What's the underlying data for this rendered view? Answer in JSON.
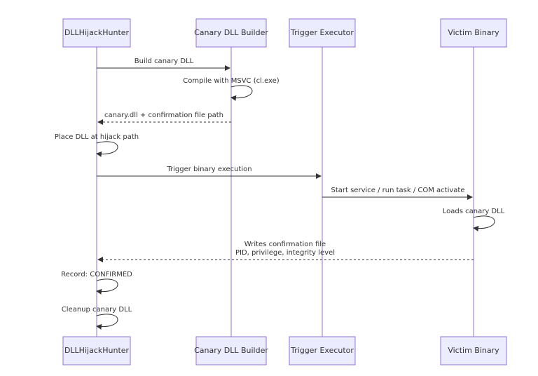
{
  "actors": [
    {
      "id": "hunter",
      "label": "DLLHijackHunter"
    },
    {
      "id": "builder",
      "label": "Canary DLL Builder"
    },
    {
      "id": "trigger",
      "label": "Trigger Executor"
    },
    {
      "id": "victim",
      "label": "Victim Binary"
    }
  ],
  "messages": [
    {
      "from": "hunter",
      "to": "builder",
      "style": "solid",
      "lines": [
        "Build canary DLL"
      ]
    },
    {
      "from": "builder",
      "to": "builder",
      "style": "solid",
      "lines": [
        "Compile with MSVC (cl.exe)"
      ]
    },
    {
      "from": "builder",
      "to": "hunter",
      "style": "dashed",
      "lines": [
        "canary.dll + confirmation file path"
      ]
    },
    {
      "from": "hunter",
      "to": "hunter",
      "style": "solid",
      "lines": [
        "Place DLL at hijack path"
      ]
    },
    {
      "from": "hunter",
      "to": "trigger",
      "style": "solid",
      "lines": [
        "Trigger binary execution"
      ]
    },
    {
      "from": "trigger",
      "to": "victim",
      "style": "solid",
      "lines": [
        "Start service / run task / COM activate"
      ]
    },
    {
      "from": "victim",
      "to": "victim",
      "style": "solid",
      "lines": [
        "Loads canary DLL"
      ]
    },
    {
      "from": "victim",
      "to": "hunter",
      "style": "dashed",
      "lines": [
        "Writes confirmation file",
        "PID, privilege, integrity level"
      ]
    },
    {
      "from": "hunter",
      "to": "hunter",
      "style": "solid",
      "lines": [
        "Record: CONFIRMED"
      ]
    },
    {
      "from": "hunter",
      "to": "hunter",
      "style": "solid",
      "lines": [
        "Cleanup canary DLL"
      ]
    }
  ]
}
